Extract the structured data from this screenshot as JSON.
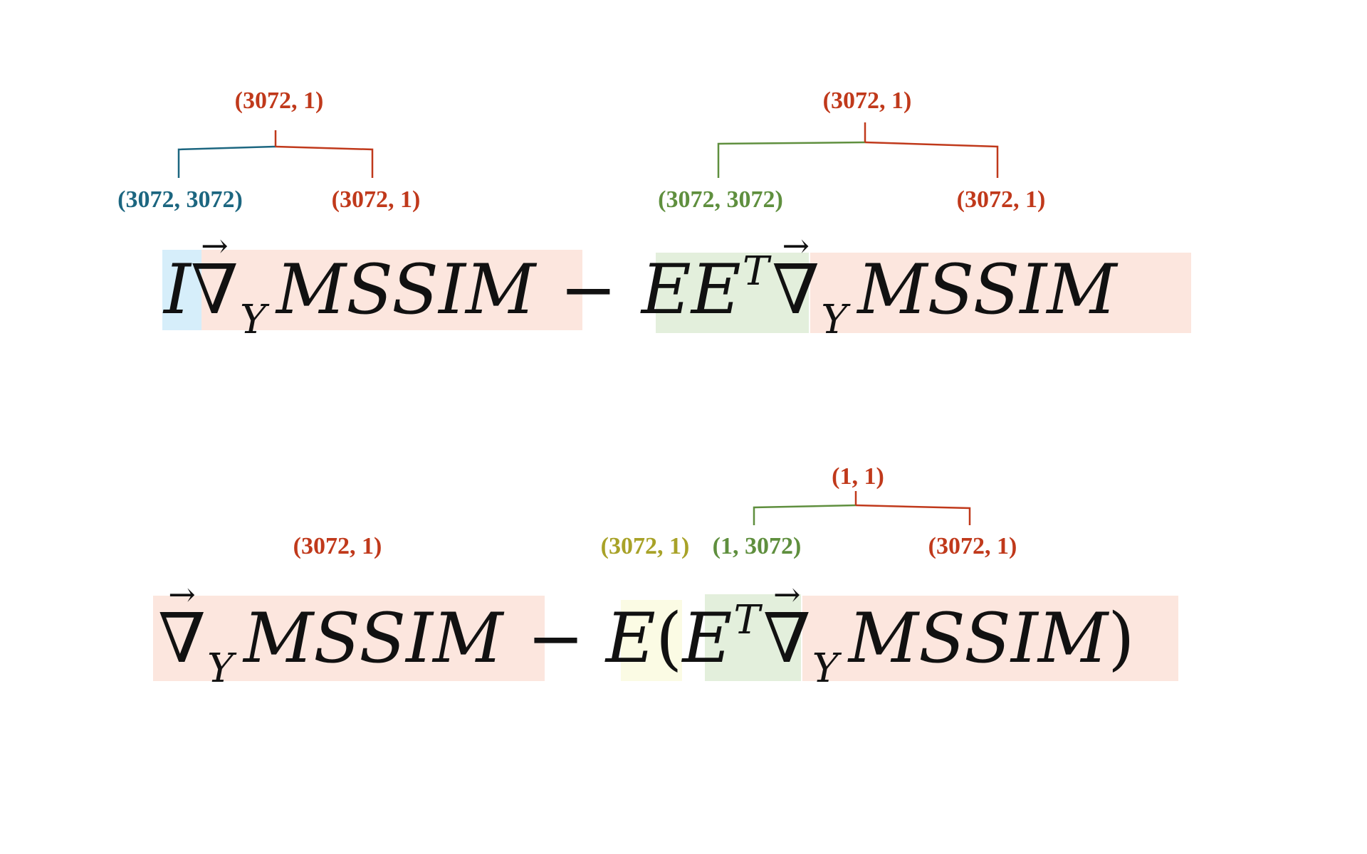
{
  "colors": {
    "red": "#c0391b",
    "blue": "#1c6680",
    "green": "#5f8f3e",
    "olive": "#a8a228",
    "hl_blue": "#d6eefa",
    "hl_red": "#fce6de",
    "hl_green": "#e3efdc",
    "hl_yellow": "#fbfbe4"
  },
  "equation1": {
    "group1": {
      "result": "(3072, 1)",
      "left": "(3072, 3072)",
      "right": "(3072, 1)"
    },
    "group2": {
      "result": "(3072, 1)",
      "left": "(3072, 3072)",
      "right": "(3072, 1)"
    },
    "term_i": "I",
    "grad": "∇",
    "grad_arrow": "→",
    "grad_sub": "Y",
    "mssim": "MSSIM",
    "minus": "−",
    "term_ee": "EE",
    "sup_t": "T"
  },
  "equation2": {
    "label_grad": "(3072, 1)",
    "label_e": "(3072, 1)",
    "inner": {
      "result": "(1, 1)",
      "left": "(1, 3072)",
      "right": "(3072, 1)"
    },
    "grad": "∇",
    "grad_arrow": "→",
    "grad_sub": "Y",
    "mssim": "MSSIM",
    "minus": "−",
    "term_e": "E",
    "open_paren": "(",
    "close_paren": ")",
    "term_et": "E",
    "sup_t": "T"
  }
}
